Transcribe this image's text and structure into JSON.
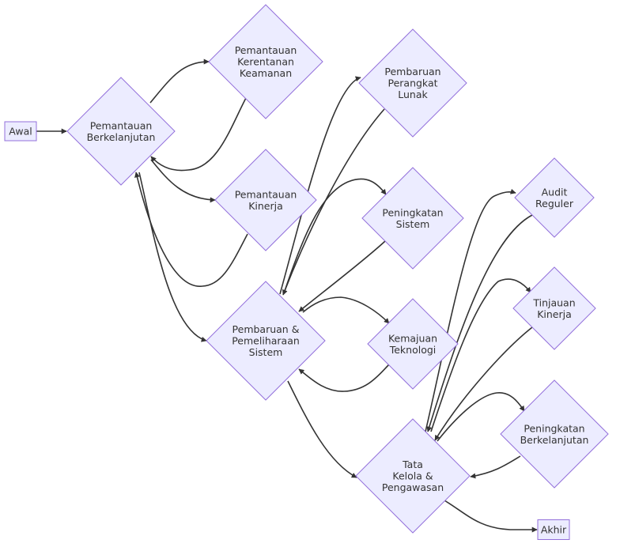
{
  "colors": {
    "node_fill": "#ECECFF",
    "node_stroke": "#9370DB",
    "edge": "#333333",
    "text": "#333333"
  },
  "nodes": [
    {
      "id": "awal",
      "shape": "rect",
      "lines": [
        "Awal"
      ]
    },
    {
      "id": "pemantauan_berkelanjutan",
      "shape": "diamond",
      "lines": [
        "Pemantauan",
        "Berkelanjutan"
      ]
    },
    {
      "id": "pemantauan_kerentanan",
      "shape": "diamond",
      "lines": [
        "Pemantauan",
        "Kerentanan",
        "Keamanan"
      ]
    },
    {
      "id": "pemantauan_kinerja",
      "shape": "diamond",
      "lines": [
        "Pemantauan",
        "Kinerja"
      ]
    },
    {
      "id": "pembaruan_pemeliharaan",
      "shape": "diamond",
      "lines": [
        "Pembaruan &",
        "Pemeliharaan",
        "Sistem"
      ]
    },
    {
      "id": "pembaruan_perangkat",
      "shape": "diamond",
      "lines": [
        "Pembaruan",
        "Perangkat",
        "Lunak"
      ]
    },
    {
      "id": "peningkatan_sistem",
      "shape": "diamond",
      "lines": [
        "Peningkatan",
        "Sistem"
      ]
    },
    {
      "id": "kemajuan_teknologi",
      "shape": "diamond",
      "lines": [
        "Kemajuan",
        "Teknologi"
      ]
    },
    {
      "id": "tata_kelola",
      "shape": "diamond",
      "lines": [
        "Tata",
        "Kelola &",
        "Pengawasan"
      ]
    },
    {
      "id": "audit_reguler",
      "shape": "diamond",
      "lines": [
        "Audit",
        "Reguler"
      ]
    },
    {
      "id": "tinjauan_kinerja",
      "shape": "diamond",
      "lines": [
        "Tinjauan",
        "Kinerja"
      ]
    },
    {
      "id": "peningkatan_berkelanjutan",
      "shape": "diamond",
      "lines": [
        "Peningkatan",
        "Berkelanjutan"
      ]
    },
    {
      "id": "akhir",
      "shape": "rect",
      "lines": [
        "Akhir"
      ]
    }
  ],
  "edges": [
    {
      "from": "awal",
      "to": "pemantauan_berkelanjutan"
    },
    {
      "from": "pemantauan_berkelanjutan",
      "to": "pemantauan_kerentanan"
    },
    {
      "from": "pemantauan_kerentanan",
      "to": "pemantauan_berkelanjutan"
    },
    {
      "from": "pemantauan_berkelanjutan",
      "to": "pemantauan_kinerja"
    },
    {
      "from": "pemantauan_kinerja",
      "to": "pemantauan_berkelanjutan"
    },
    {
      "from": "pemantauan_berkelanjutan",
      "to": "pembaruan_pemeliharaan"
    },
    {
      "from": "pembaruan_pemeliharaan",
      "to": "pemantauan_berkelanjutan"
    },
    {
      "from": "pembaruan_pemeliharaan",
      "to": "pembaruan_perangkat"
    },
    {
      "from": "pembaruan_perangkat",
      "to": "pembaruan_pemeliharaan"
    },
    {
      "from": "pembaruan_pemeliharaan",
      "to": "peningkatan_sistem"
    },
    {
      "from": "peningkatan_sistem",
      "to": "pembaruan_pemeliharaan"
    },
    {
      "from": "pembaruan_pemeliharaan",
      "to": "kemajuan_teknologi"
    },
    {
      "from": "kemajuan_teknologi",
      "to": "pembaruan_pemeliharaan"
    },
    {
      "from": "pembaruan_pemeliharaan",
      "to": "tata_kelola"
    },
    {
      "from": "tata_kelola",
      "to": "audit_reguler"
    },
    {
      "from": "audit_reguler",
      "to": "tata_kelola"
    },
    {
      "from": "tata_kelola",
      "to": "tinjauan_kinerja"
    },
    {
      "from": "tinjauan_kinerja",
      "to": "tata_kelola"
    },
    {
      "from": "tata_kelola",
      "to": "peningkatan_berkelanjutan"
    },
    {
      "from": "peningkatan_berkelanjutan",
      "to": "tata_kelola"
    },
    {
      "from": "tata_kelola",
      "to": "akhir"
    }
  ]
}
